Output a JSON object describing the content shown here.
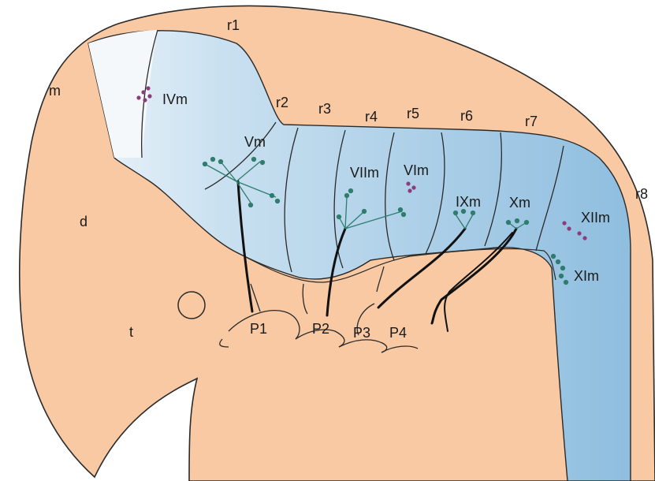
{
  "labels": {
    "m": "m",
    "d": "d",
    "t": "t",
    "r1": "r1",
    "r2": "r2",
    "r3": "r3",
    "r4": "r4",
    "r5": "r5",
    "r6": "r6",
    "r7": "r7",
    "r8": "r8",
    "IVm": "IVm",
    "Vm": "Vm",
    "VIIm": "VIIm",
    "VIm": "VIm",
    "IXm": "IXm",
    "Xm": "Xm",
    "XIIm": "XIIm",
    "XIm": "XIm",
    "P1": "P1",
    "P2": "P2",
    "P3": "P3",
    "P4": "P4"
  },
  "colors": {
    "embryo": "#f8c9a3",
    "neural_tube": "#c6dff0",
    "neural_tube_dark": "#93c0df",
    "outline": "#2a2a2a",
    "nucleus_teal": "#2e7d6e",
    "nucleus_purple": "#8a3d7a"
  }
}
